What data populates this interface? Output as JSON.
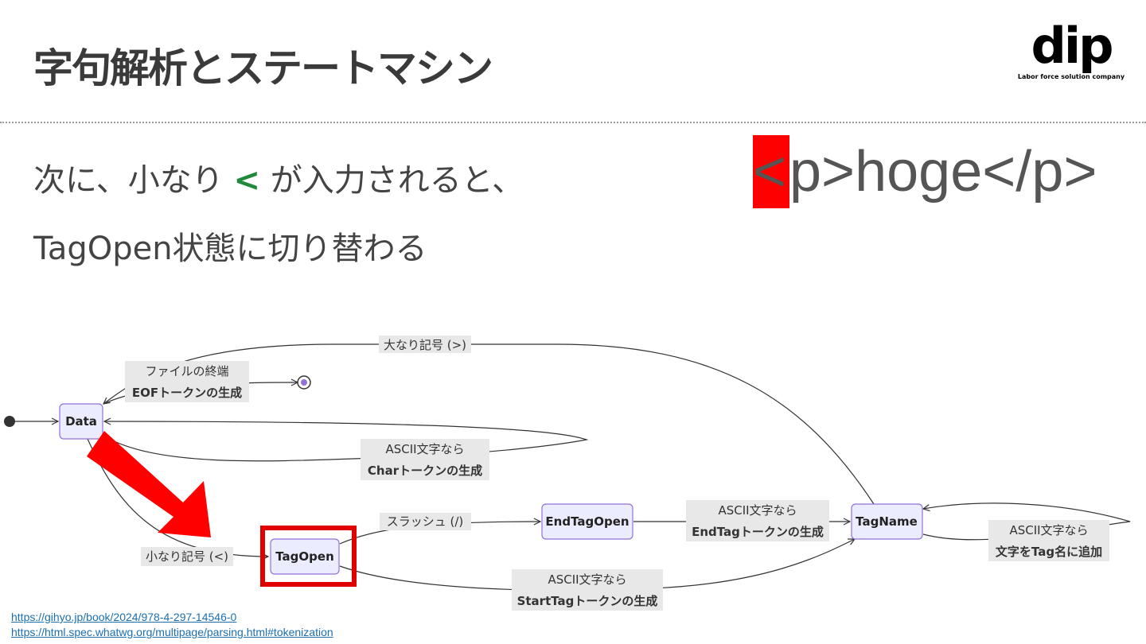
{
  "slide": {
    "title": "字句解析とステートマシン",
    "line1_pre": "次に、小なり",
    "line1_symbol": "<",
    "line1_post": "が入力されると、",
    "line2": "TagOpen状態に切り替わる",
    "snippet_highlight": "<",
    "snippet_rest": "p>hoge</p>"
  },
  "logo": {
    "word": "dip",
    "tagline": "Labor force solution company"
  },
  "diagram": {
    "states": {
      "data": "Data",
      "tagopen": "TagOpen",
      "endtagopen": "EndTagOpen",
      "tagname": "TagName"
    },
    "edges": {
      "gt": "大なり記号 (>)",
      "eof_1": "ファイルの終端",
      "eof_2": "EOFトークンの生成",
      "char_1": "ASCII文字なら",
      "char_2": "Charトークンの生成",
      "lt": "小なり記号 (<)",
      "slash": "スラッシュ (/)",
      "endtag_1": "ASCII文字なら",
      "endtag_2": "EndTagトークンの生成",
      "starttag_1": "ASCII文字なら",
      "starttag_2": "StartTagトークンの生成",
      "tagname_1": "ASCII文字なら",
      "tagname_2": "文字をTag名に追加"
    }
  },
  "links": [
    "https://gihyo.jp/book/2024/978-4-297-14546-0",
    "https://html.spec.whatwg.org/multipage/parsing.html#tokenization"
  ],
  "colors": {
    "highlight": "#ff0000",
    "node_fill": "#ececff",
    "node_stroke": "#9370db",
    "accent_symbol": "#1e8a3a"
  }
}
